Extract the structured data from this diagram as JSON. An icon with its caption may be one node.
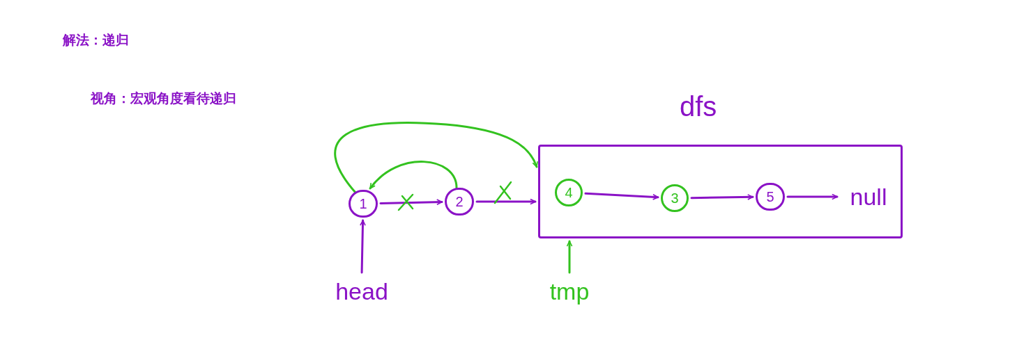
{
  "diagram": {
    "nodes": [
      {
        "text": [
          "dfs"
        ]
      },
      {
        "text": [
          "1"
        ]
      },
      {
        "text": [
          "2"
        ]
      },
      {
        "text": [
          "4"
        ],
        "in": 0
      },
      {
        "text": [
          "3"
        ],
        "in": 0
      },
      {
        "text": [
          "5"
        ],
        "in": 0
      },
      {
        "text": [
          "null"
        ],
        "in": 0
      },
      {
        "text": [
          "head"
        ]
      },
      {
        "text": [
          "tmp"
        ]
      }
    ],
    "edges": [
      {
        "from": 1,
        "to": 2,
        "arrow": "to"
      },
      {
        "from": 2,
        "to": 0,
        "arrow": "to"
      },
      {
        "from": 3,
        "to": 4,
        "arrow": "to"
      },
      {
        "from": 4,
        "to": 5,
        "arrow": "to"
      },
      {
        "from": 5,
        "to": 6,
        "arrow": "to"
      },
      {
        "from": 2,
        "to": 1,
        "arrow": "to",
        "color": "#33c21f"
      },
      {
        "from": 1,
        "to": 0,
        "arrow": "to",
        "color": "#33c21f"
      },
      {
        "from": 7,
        "to": 1,
        "arrow": "to"
      },
      {
        "from": 8,
        "to": 0,
        "arrow": "to",
        "color": "#33c21f"
      }
    ],
    "labels": [
      "解法：递归",
      "视角：宏观角度看待递归"
    ]
  }
}
